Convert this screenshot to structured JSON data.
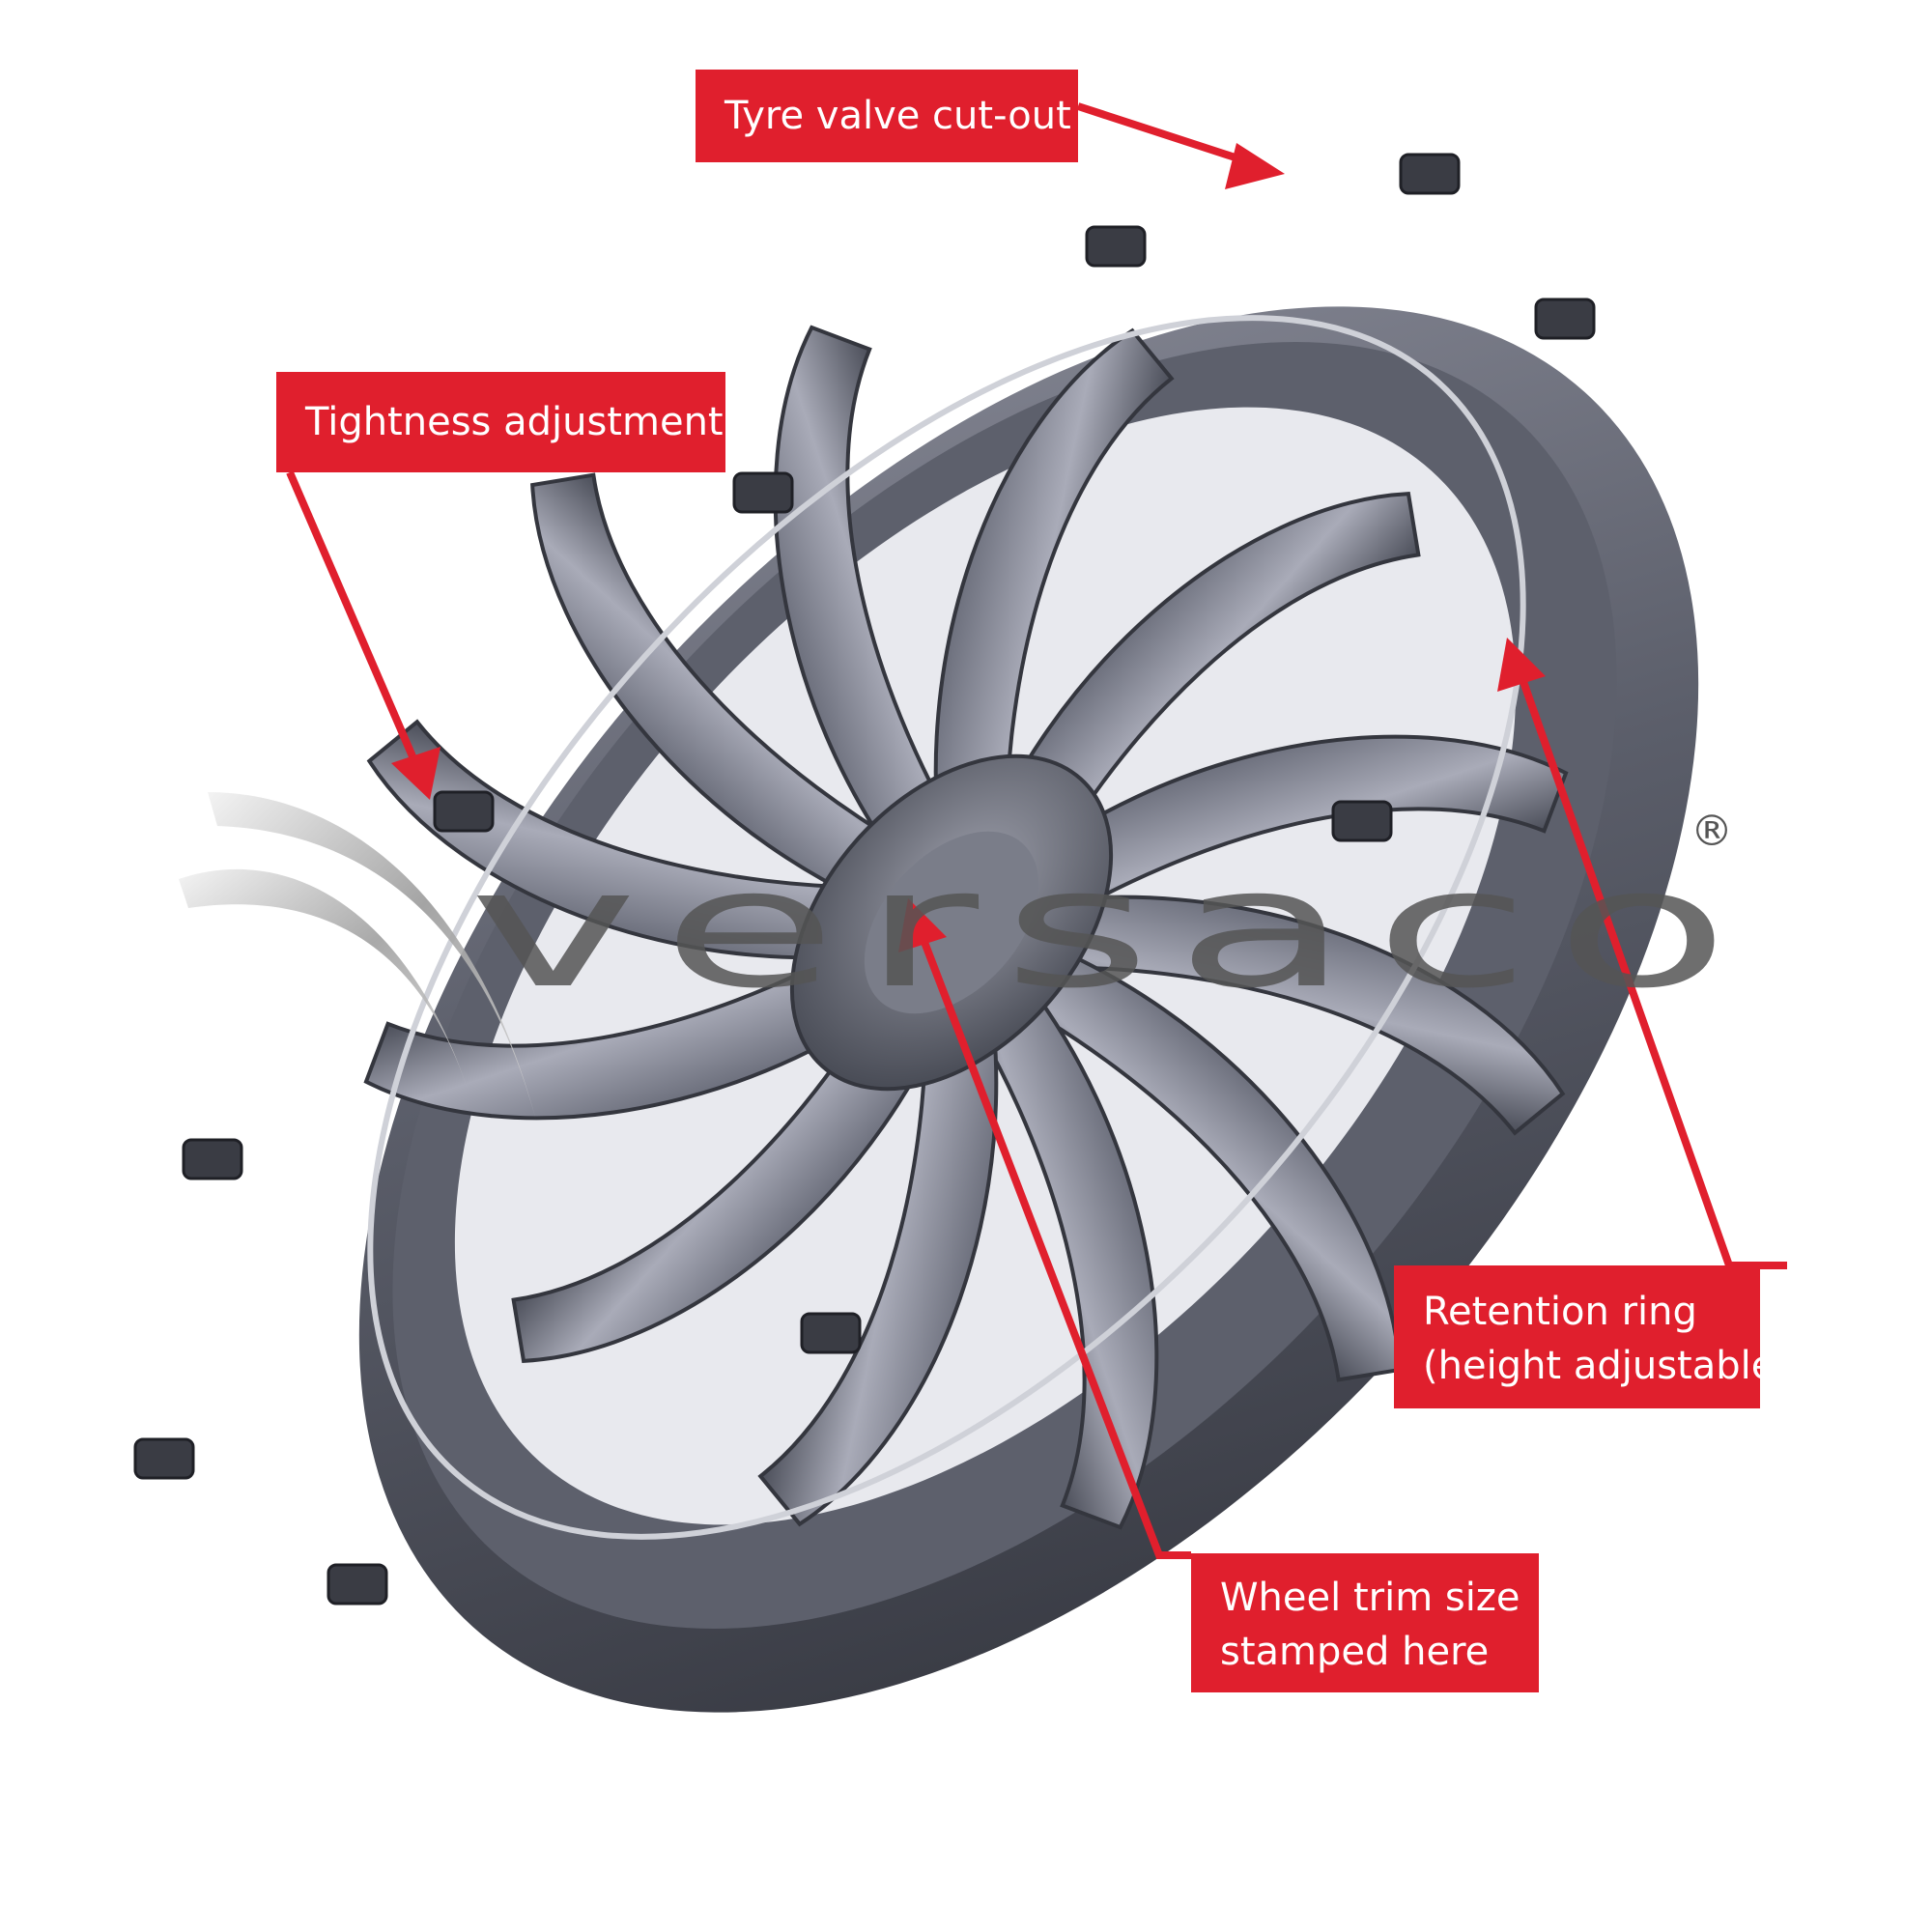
{
  "brand": {
    "name": "versaco",
    "registered_mark": "®",
    "wordmark_color": "#555555"
  },
  "callouts": {
    "valve": {
      "line1": "Tyre valve cut-out"
    },
    "tightness": {
      "line1": "Tightness adjustment"
    },
    "ring": {
      "line1": "Retention ring",
      "line2": "(height adjustable)"
    },
    "size": {
      "line1": "Wheel trim size",
      "line2": "stamped here"
    }
  },
  "colors": {
    "callout_bg": "#e01f2d",
    "arrow": "#e01f2d",
    "trim_body": "#4a4d57",
    "trim_highlight": "#9a9caa",
    "trim_shadow": "#2a2c33",
    "ring_wire": "#cfd1d8"
  },
  "image": {
    "subject": "wheel-trim-rear-view",
    "icons": [
      "wheel-trim-image",
      "retention-ring-wire",
      "brand-swoosh-logo"
    ]
  }
}
